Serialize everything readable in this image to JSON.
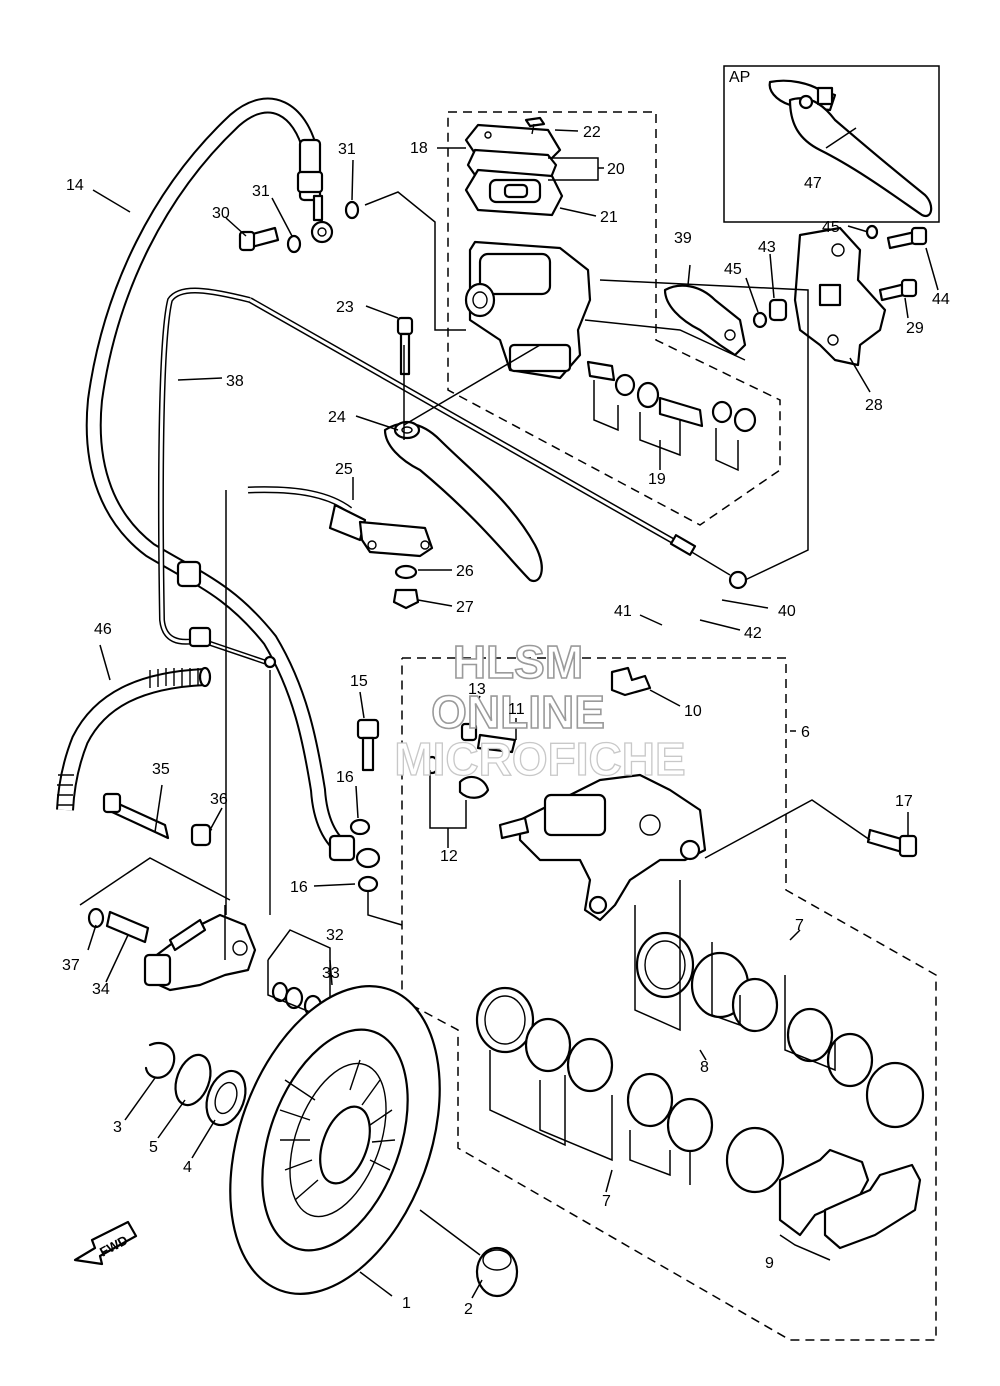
{
  "watermark": [
    "HLSM",
    "ONLINE",
    "MICROFICHE"
  ],
  "ap_label": "AP",
  "fwd_label": "FWD",
  "callouts": [
    {
      "id": "1",
      "text": "1"
    },
    {
      "id": "2",
      "text": "2"
    },
    {
      "id": "3",
      "text": "3"
    },
    {
      "id": "4",
      "text": "4"
    },
    {
      "id": "5",
      "text": "5"
    },
    {
      "id": "6",
      "text": "6"
    },
    {
      "id": "7a",
      "text": "7"
    },
    {
      "id": "7b",
      "text": "7"
    },
    {
      "id": "8",
      "text": "8"
    },
    {
      "id": "9",
      "text": "9"
    },
    {
      "id": "10",
      "text": "10"
    },
    {
      "id": "11",
      "text": "11"
    },
    {
      "id": "12",
      "text": "12"
    },
    {
      "id": "13",
      "text": "13"
    },
    {
      "id": "14",
      "text": "14"
    },
    {
      "id": "15",
      "text": "15"
    },
    {
      "id": "16a",
      "text": "16"
    },
    {
      "id": "16b",
      "text": "16"
    },
    {
      "id": "17",
      "text": "17"
    },
    {
      "id": "18",
      "text": "18"
    },
    {
      "id": "19",
      "text": "19"
    },
    {
      "id": "20",
      "text": "20"
    },
    {
      "id": "21",
      "text": "21"
    },
    {
      "id": "22",
      "text": "22"
    },
    {
      "id": "23",
      "text": "23"
    },
    {
      "id": "24",
      "text": "24"
    },
    {
      "id": "25",
      "text": "25"
    },
    {
      "id": "26",
      "text": "26"
    },
    {
      "id": "27",
      "text": "27"
    },
    {
      "id": "28",
      "text": "28"
    },
    {
      "id": "29",
      "text": "29"
    },
    {
      "id": "30",
      "text": "30"
    },
    {
      "id": "31a",
      "text": "31"
    },
    {
      "id": "31b",
      "text": "31"
    },
    {
      "id": "32",
      "text": "32"
    },
    {
      "id": "33",
      "text": "33"
    },
    {
      "id": "34",
      "text": "34"
    },
    {
      "id": "35",
      "text": "35"
    },
    {
      "id": "36",
      "text": "36"
    },
    {
      "id": "37",
      "text": "37"
    },
    {
      "id": "38",
      "text": "38"
    },
    {
      "id": "39",
      "text": "39"
    },
    {
      "id": "40",
      "text": "40"
    },
    {
      "id": "41",
      "text": "41"
    },
    {
      "id": "42",
      "text": "42"
    },
    {
      "id": "43",
      "text": "43"
    },
    {
      "id": "44",
      "text": "44"
    },
    {
      "id": "45a",
      "text": "45"
    },
    {
      "id": "45b",
      "text": "45"
    },
    {
      "id": "46",
      "text": "46"
    },
    {
      "id": "47",
      "text": "47"
    }
  ]
}
